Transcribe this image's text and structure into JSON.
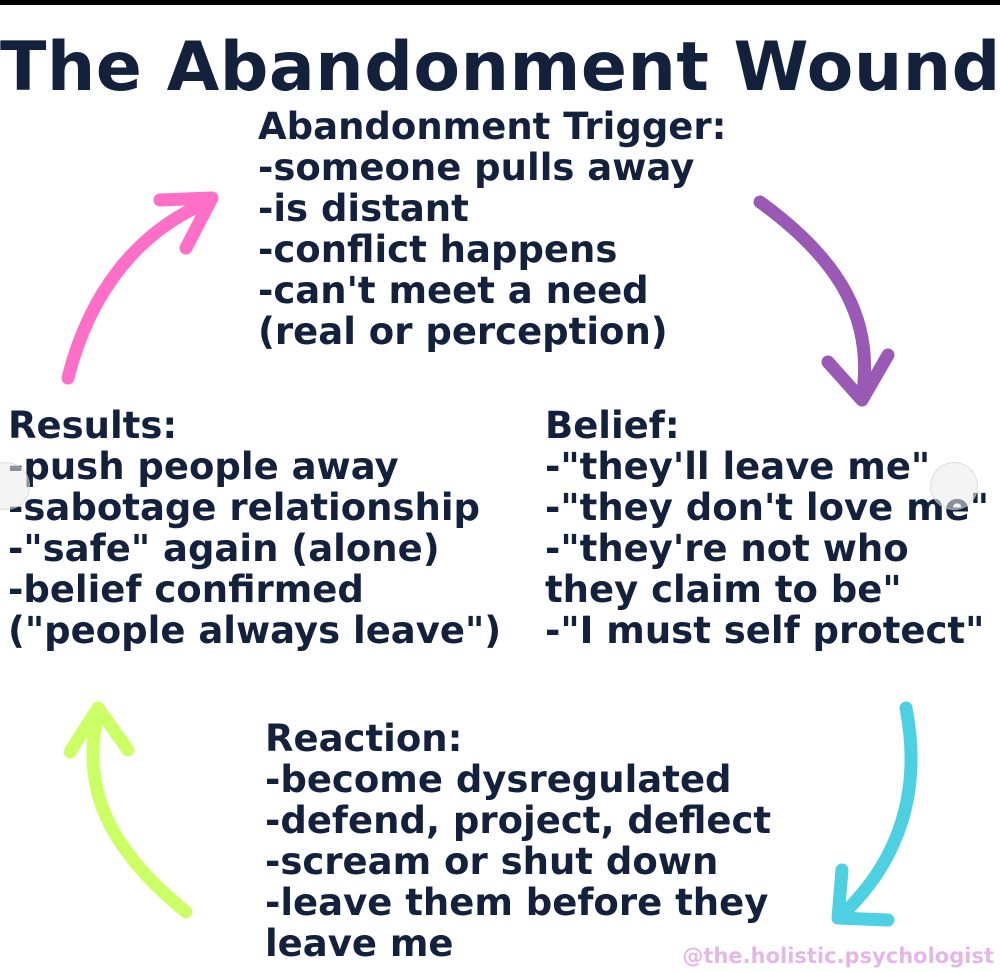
{
  "title": "The Abandonment Wound",
  "trigger": {
    "heading": "Abandonment Trigger:",
    "lines": [
      "-someone pulls away",
      "-is distant",
      "-conflict happens",
      "-can't meet a need",
      "(real or perception)"
    ]
  },
  "belief": {
    "heading": "Belief:",
    "lines": [
      "-\"they'll leave me\"",
      "-\"they don't love me\"",
      "-\"they're not who",
      "they claim to be\"",
      "-\"I must self protect\""
    ]
  },
  "results": {
    "heading": "Results:",
    "lines": [
      "-push people away",
      "-sabotage relationship",
      "-\"safe\" again (alone)",
      "-belief confirmed",
      "(\"people always leave\")"
    ]
  },
  "reaction": {
    "heading": "Reaction:",
    "lines": [
      "-become dysregulated",
      "-defend, project, deflect",
      "-scream or shut down",
      "-leave them before they",
      "leave me"
    ]
  },
  "watermark": "@the.holistic.psychologist",
  "colors": {
    "text": "#14213d",
    "arrow_trigger_to_belief": "#9b59b6",
    "arrow_belief_to_reaction": "#4dd0e1",
    "arrow_reaction_to_results": "#ccff66",
    "arrow_results_to_trigger": "#ff6ec7"
  }
}
